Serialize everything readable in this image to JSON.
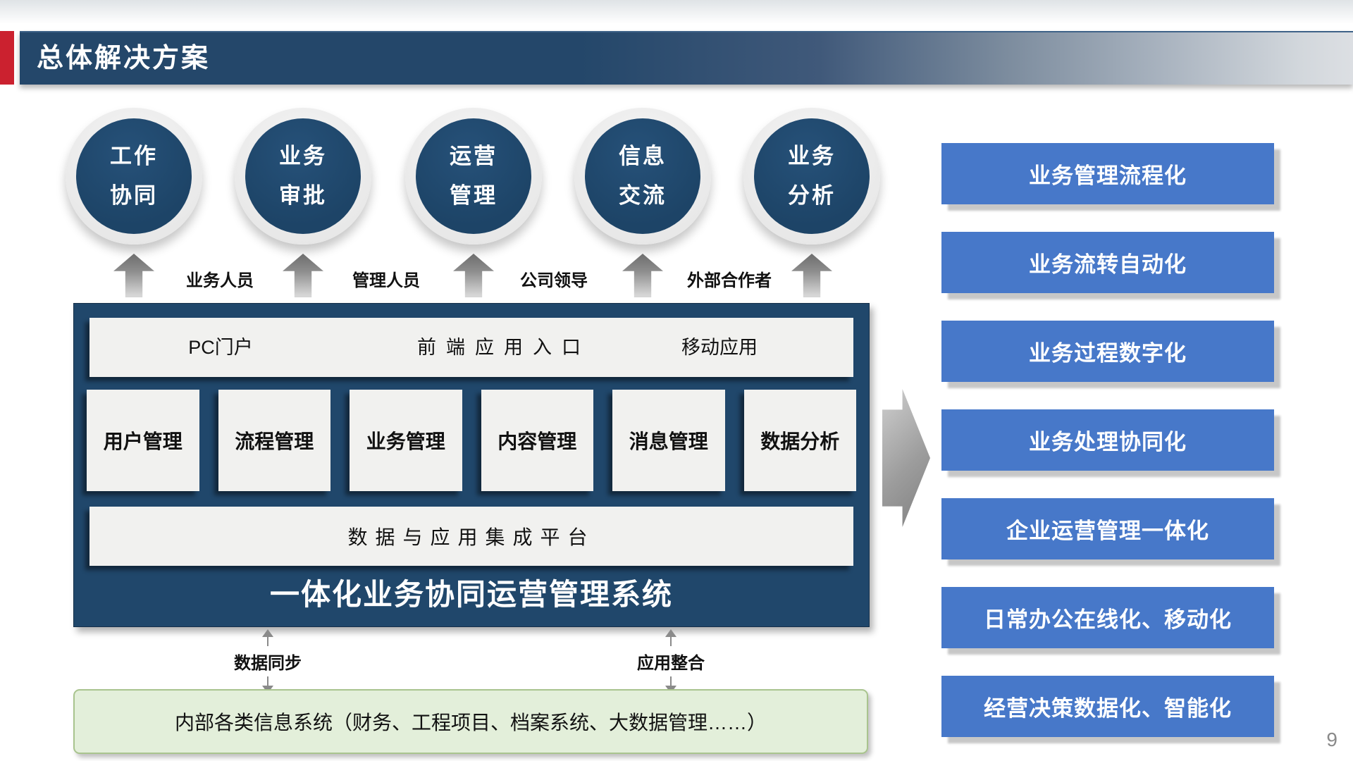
{
  "slide": {
    "title": "总体解决方案",
    "page_number": "9"
  },
  "colors": {
    "accent_red": "#cb212f",
    "header_navy": "#24476a",
    "circle_navy": "#1d4467",
    "platform_navy": "#20476b",
    "panel_gray": "#f1f1ef",
    "button_blue": "#4778c9",
    "green_fill": "#e3efda",
    "green_border": "#a9c48e",
    "arrow_gray": "#8a8a8a"
  },
  "user_circles": [
    {
      "line1": "工作",
      "line2": "协同"
    },
    {
      "line1": "业务",
      "line2": "审批"
    },
    {
      "line1": "运营",
      "line2": "管理"
    },
    {
      "line1": "信息",
      "line2": "交流"
    },
    {
      "line1": "业务",
      "line2": "分析"
    }
  ],
  "role_labels": [
    "业务人员",
    "管理人员",
    "公司领导",
    "外部合作者"
  ],
  "platform": {
    "entry": {
      "left": "PC门户",
      "center": "前端应用入口",
      "right": "移动应用"
    },
    "modules": [
      "用户管理",
      "流程管理",
      "业务管理",
      "内容管理",
      "消息管理",
      "数据分析"
    ],
    "integration_bar": "数据与应用集成平台",
    "system_title": "一体化业务协同运营管理系统"
  },
  "sync_arrows": {
    "left_label": "数据同步",
    "right_label": "应用整合"
  },
  "internal_systems": "内部各类信息系统（财务、工程项目、档案系统、大数据管理……）",
  "benefits": [
    "业务管理流程化",
    "业务流转自动化",
    "业务过程数字化",
    "业务处理协同化",
    "企业运营管理一体化",
    "日常办公在线化、移动化",
    "经营决策数据化、智能化"
  ]
}
